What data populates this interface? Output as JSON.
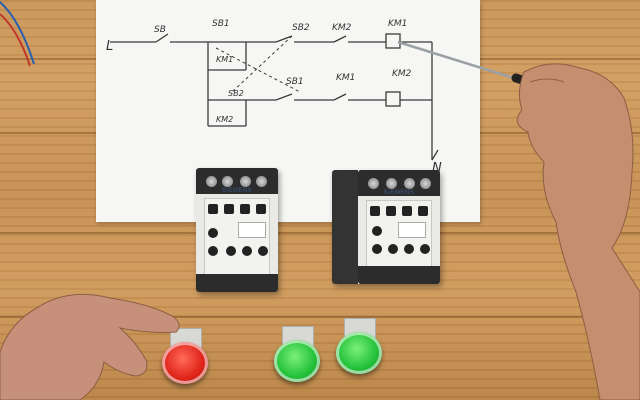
{
  "diagram": {
    "labels": {
      "line": "L",
      "neutral": "N",
      "stop_button": "SB",
      "start_button_1_top": "SB1",
      "start_button_2_top": "SB2",
      "interlock_km2_top": "KM2",
      "coil_km1": "KM1",
      "hold_contact_km1": "KM1",
      "start_button_2_bottom": "SB2",
      "start_button_1_bottom": "SB1",
      "interlock_km1_bottom": "KM1",
      "coil_km2": "KM2",
      "hold_contact_km2": "KM2"
    }
  },
  "contactors": [
    {
      "brand": "SIEMENS"
    },
    {
      "brand": "SIEMENS"
    }
  ],
  "buttons": [
    {
      "color": "#e0241a",
      "name": "red"
    },
    {
      "color": "#24c23a",
      "name": "green"
    },
    {
      "color": "#24c23a",
      "name": "green"
    }
  ],
  "colors": {
    "wood": "#c89458",
    "paper": "#f6f7f4",
    "contactor_body": "#e9e9e6",
    "screwdriver_shaft": "#9aa0a6"
  }
}
